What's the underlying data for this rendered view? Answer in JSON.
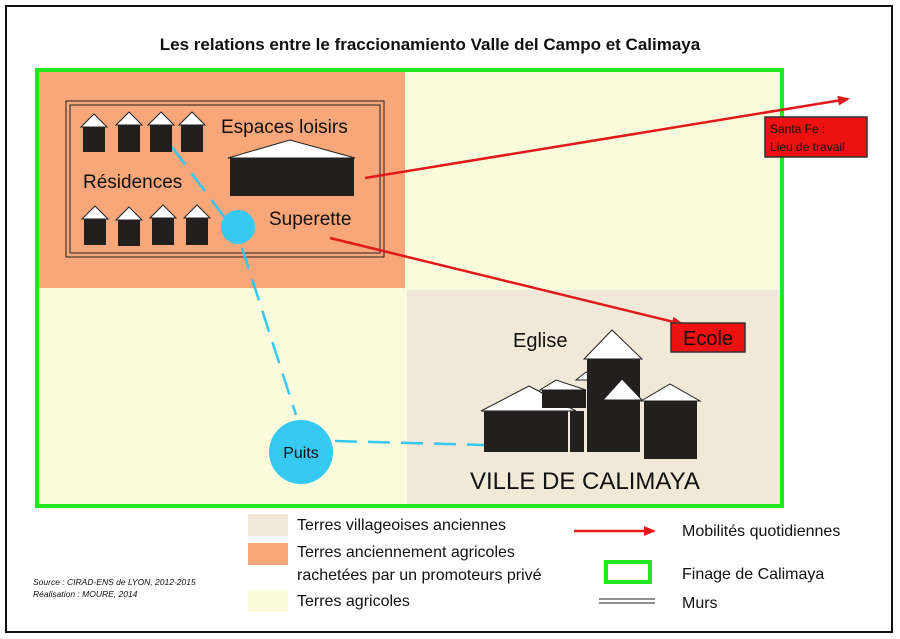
{
  "title": "Les relations entre le fraccionamiento Valle del Campo et Calimaya",
  "map": {
    "espaces_loisirs": "Espaces loisirs",
    "residences": "Résidences",
    "superette": "Superette",
    "eglise": "Eglise",
    "ville": "VILLE DE CALIMAYA",
    "puits": "Puits",
    "ecole": "Ecole",
    "santa_fe_line1": "Santa Fe :",
    "santa_fe_line2": "Lieu de travail"
  },
  "legend": {
    "terres_villageoises": "Terres villageoises anciennes",
    "terres_anciennement_line1": "Terres anciennement agricoles",
    "terres_anciennement_line2": "rachetées par un promoteurs privé",
    "terres_agricoles": "Terres agricoles",
    "mobilites": "Mobilités quotidiennes",
    "finage": "Finage de Calimaya",
    "murs": "Murs"
  },
  "source": {
    "line1": "Source : CIRAD-ENS de LYON, 2012-2015",
    "line2": "Réalisation : MOURE, 2014"
  },
  "colors": {
    "agricole": "#fafbdc",
    "promoteur": "#f7a77a",
    "villageois": "#f1e8d7",
    "finage": "#22e622",
    "mobilite": "#e01a1a",
    "puits": "#35c8f0",
    "batiment": "#231f1f",
    "ecole": "#ee1111"
  },
  "icons": [
    "house-icon",
    "church-icon",
    "arrow-icon",
    "well-icon"
  ]
}
